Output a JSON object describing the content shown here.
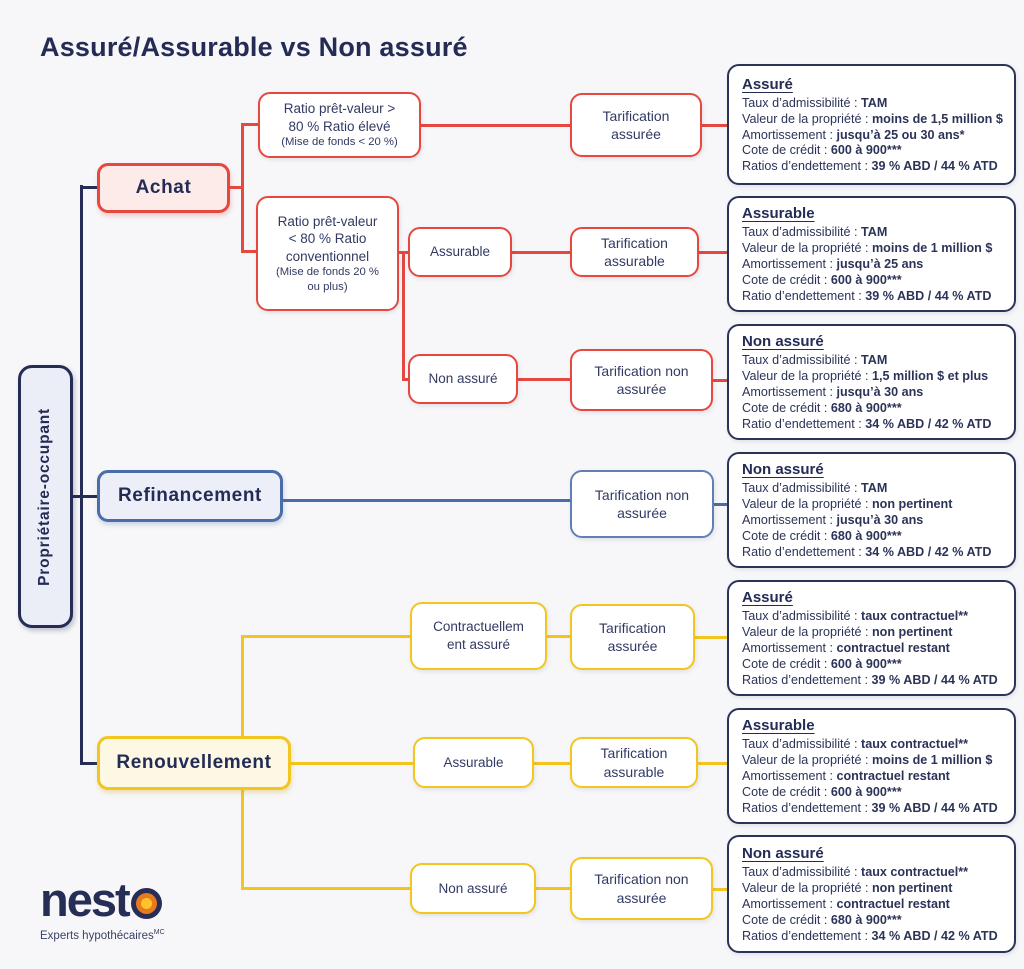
{
  "title": "Assuré/Assurable vs Non assuré",
  "root": {
    "label": "Propriétaire-occupant"
  },
  "branches": {
    "achat": "Achat",
    "refinancement": "Refinancement",
    "renouvellement": "Renouvellement"
  },
  "conditions": {
    "high_ratio": {
      "line1": "Ratio prêt-valeur >",
      "line2": "80 % Ratio élevé",
      "note": "(Mise de fonds < 20 %)"
    },
    "conventional": {
      "line1": "Ratio prêt-valeur",
      "line2": "< 80 % Ratio",
      "line3": "conventionnel",
      "note1": "(Mise de fonds 20 %",
      "note2": "ou plus)"
    }
  },
  "mid_nodes": {
    "achat_assurable": "Assurable",
    "achat_non_assure": "Non assuré",
    "renou_contract_line1": "Contractuellem",
    "renou_contract_line2": "ent assuré",
    "renou_assurable": "Assurable",
    "renou_non_assure": "Non assuré"
  },
  "tarifs": [
    "Tarification assurée",
    "Tarification assurable",
    "Tarification non assurée",
    "Tarification non assurée",
    "Tarification assurée",
    "Tarification assurable",
    "Tarification non assurée"
  ],
  "cards": [
    {
      "title": "Assuré",
      "rows": [
        {
          "label": "Taux d’admissibilité :",
          "value": "TAM"
        },
        {
          "label": "Valeur de la propriété :",
          "value": "moins de 1,5 million $"
        },
        {
          "label": "Amortissement :",
          "value": "jusqu’à 25 ou 30 ans*"
        },
        {
          "label": "Cote de crédit :",
          "value": "600 à 900***"
        },
        {
          "label": "Ratios d’endettement :",
          "value": "39 % ABD / 44 % ATD"
        }
      ]
    },
    {
      "title": "Assurable",
      "rows": [
        {
          "label": "Taux d’admissibilité :",
          "value": "TAM"
        },
        {
          "label": "Valeur de la propriété :",
          "value": "moins de 1 million $"
        },
        {
          "label": "Amortissement :",
          "value": "jusqu’à 25 ans"
        },
        {
          "label": "Cote de crédit :",
          "value": "600 à 900***"
        },
        {
          "label": "Ratio d’endettement :",
          "value": "39 % ABD / 44 % ATD"
        }
      ]
    },
    {
      "title": "Non assuré",
      "rows": [
        {
          "label": "Taux d’admissibilité :",
          "value": "TAM"
        },
        {
          "label": "Valeur de la propriété :",
          "value": "1,5 million $ et plus"
        },
        {
          "label": "Amortissement :",
          "value": "jusqu’à 30 ans"
        },
        {
          "label": "Cote de crédit :",
          "value": "680 à 900***"
        },
        {
          "label": "Ratio d’endettement :",
          "value": "34 % ABD / 42 % ATD"
        }
      ]
    },
    {
      "title": "Non assuré",
      "rows": [
        {
          "label": "Taux d’admissibilité :",
          "value": "TAM"
        },
        {
          "label": "Valeur de la propriété :",
          "value": "non pertinent"
        },
        {
          "label": "Amortissement :",
          "value": "jusqu’à 30 ans"
        },
        {
          "label": "Cote de crédit :",
          "value": "680 à 900***"
        },
        {
          "label": "Ratio d’endettement :",
          "value": "34 % ABD / 42 % ATD"
        }
      ]
    },
    {
      "title": "Assuré",
      "rows": [
        {
          "label": "Taux d’admissibilité :",
          "value": "taux contractuel**"
        },
        {
          "label": "Valeur de la propriété :",
          "value": "non pertinent"
        },
        {
          "label": "Amortissement :",
          "value": "contractuel restant"
        },
        {
          "label": "Cote de crédit :",
          "value": "600 à 900***"
        },
        {
          "label": "Ratios d’endettement :",
          "value": "39 % ABD / 44 % ATD"
        }
      ]
    },
    {
      "title": "Assurable",
      "rows": [
        {
          "label": "Taux d’admissibilité :",
          "value": "taux contractuel**"
        },
        {
          "label": "Valeur de la propriété :",
          "value": "moins de 1 million $"
        },
        {
          "label": "Amortissement :",
          "value": "contractuel restant"
        },
        {
          "label": "Cote de crédit :",
          "value": "600 à 900***"
        },
        {
          "label": "Ratios d’endettement :",
          "value": "39 % ABD / 44 % ATD"
        }
      ]
    },
    {
      "title": "Non assuré",
      "rows": [
        {
          "label": "Taux d’admissibilité :",
          "value": "taux contractuel**"
        },
        {
          "label": "Valeur de la propriété :",
          "value": "non pertinent"
        },
        {
          "label": "Amortissement :",
          "value": "contractuel restant"
        },
        {
          "label": "Cote de crédit :",
          "value": "680 à 900***"
        },
        {
          "label": "Ratios d’endettement :",
          "value": "34 % ABD / 42 % ATD"
        }
      ]
    }
  ],
  "logo": {
    "text": "nest",
    "tagline": "Experts hypothécaires",
    "tm": "MC"
  },
  "colors": {
    "red": "#e5483f",
    "blue": "#4a6ca8",
    "yellow": "#f2c51f",
    "navy": "#252c55"
  }
}
